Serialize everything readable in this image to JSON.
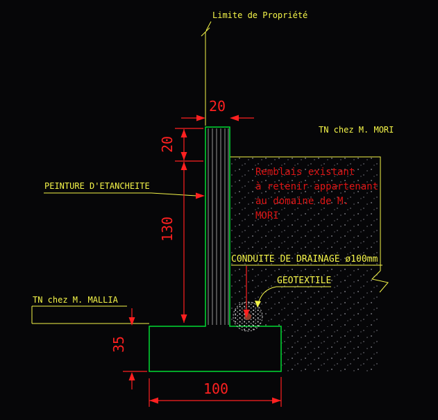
{
  "labels": {
    "limite_propriete": "Limite de Propriété",
    "tn_mori": "TN chez M. MORI",
    "tn_mallia": "TN chez M. MALLIA",
    "peinture": "PEINTURE D'ETANCHEITE",
    "conduite": "CONDUITE DE DRAINAGE ø100mm",
    "geotextile": "GEOTEXTILE",
    "remblais_line1": "Remblais existant",
    "remblais_line2": "à retenir appartenant",
    "remblais_line3": "au domaine de M.",
    "remblais_line4": "MORI"
  },
  "dims": {
    "wall_thickness": "20",
    "crest_depth": "20",
    "stem_height": "130",
    "footing_thickness": "35",
    "footing_width": "100"
  },
  "colors": {
    "background": "#060608",
    "annotation_yellow": "#f5f549",
    "dimension_red": "#ff2020",
    "note_red": "#de1414",
    "structure_green": "#00dc32",
    "hatch_gray": "#969696",
    "pipe_center_brown": "#8c3a28"
  }
}
